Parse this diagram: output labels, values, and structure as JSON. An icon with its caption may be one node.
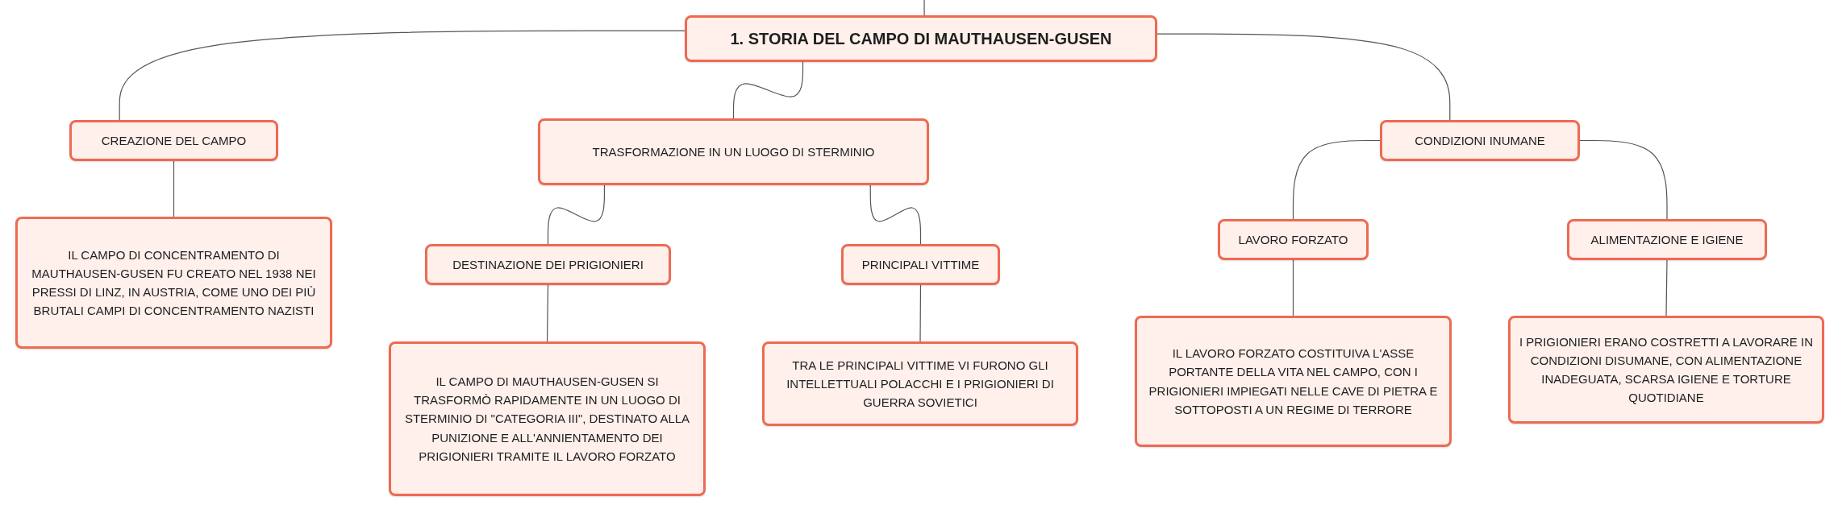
{
  "diagram": {
    "nodes": [
      {
        "text": [
          "1. STORIA DEL CAMPO DI MAUTHAUSEN-GUSEN"
        ]
      },
      {
        "text": [
          "CREAZIONE DEL CAMPO"
        ]
      },
      {
        "text": [
          "IL CAMPO DI CONCENTRAMENTO DI MAUTHAUSEN-GUSEN FU CREATO NEL 1938 NEI PRESSI DI LINZ, IN AUSTRIA, COME UNO DEI PIÙ BRUTALI CAMPI DI CONCENTRAMENTO NAZISTI"
        ]
      },
      {
        "text": [
          "TRASFORMAZIONE IN UN LUOGO DI STERMINIO"
        ]
      },
      {
        "text": [
          "DESTINAZIONE DEI PRIGIONIERI"
        ]
      },
      {
        "text": [
          "IL CAMPO DI MAUTHAUSEN-GUSEN SI TRASFORMÒ RAPIDAMENTE IN UN LUOGO DI STERMINIO DI \"CATEGORIA III\", DESTINATO ALLA PUNIZIONE E ALL'ANNIENTAMENTO DEI PRIGIONIERI TRAMITE IL LAVORO FORZATO"
        ]
      },
      {
        "text": [
          "PRINCIPALI VITTIME"
        ]
      },
      {
        "text": [
          "TRA LE PRINCIPALI VITTIME VI FURONO GLI INTELLETTUALI POLACCHI E I PRIGIONIERI DI GUERRA SOVIETICI"
        ]
      },
      {
        "text": [
          "CONDIZIONI INUMANE"
        ]
      },
      {
        "text": [
          "LAVORO FORZATO"
        ]
      },
      {
        "text": [
          "IL LAVORO FORZATO COSTITUIVA L'ASSE PORTANTE DELLA VITA NEL CAMPO, CON I PRIGIONIERI IMPIEGATI NELLE CAVE DI PIETRA E SOTTOPOSTI A UN REGIME DI TERRORE"
        ]
      },
      {
        "text": [
          "ALIMENTAZIONE E IGIENE"
        ]
      },
      {
        "text": [
          "I PRIGIONIERI ERANO COSTRETTI A LAVORARE IN CONDIZIONI DISUMANE, CON ALIMENTAZIONE INADEGUATA, SCARSA IGIENE E TORTURE QUOTIDIANE"
        ]
      }
    ],
    "edges": [
      {
        "from": 0,
        "to": null,
        "arrow": "none"
      },
      {
        "from": 0,
        "to": 1,
        "arrow": "none"
      },
      {
        "from": 0,
        "to": 3,
        "arrow": "none"
      },
      {
        "from": 0,
        "to": 8,
        "arrow": "none"
      },
      {
        "from": 1,
        "to": 2,
        "arrow": "none"
      },
      {
        "from": 3,
        "to": 4,
        "arrow": "none"
      },
      {
        "from": 3,
        "to": 6,
        "arrow": "none"
      },
      {
        "from": 4,
        "to": 5,
        "arrow": "none"
      },
      {
        "from": 6,
        "to": 7,
        "arrow": "none"
      },
      {
        "from": 8,
        "to": 9,
        "arrow": "none"
      },
      {
        "from": 8,
        "to": 11,
        "arrow": "none"
      },
      {
        "from": 9,
        "to": 10,
        "arrow": "none"
      },
      {
        "from": 11,
        "to": 12,
        "arrow": "none"
      }
    ]
  }
}
